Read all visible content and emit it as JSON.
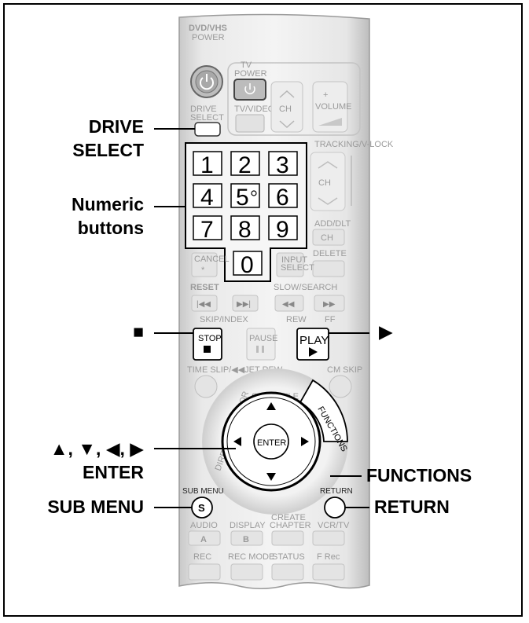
{
  "callouts": {
    "drive_select": [
      "DRIVE",
      "SELECT"
    ],
    "numeric_buttons": [
      "Numeric",
      "buttons"
    ],
    "stop_symbol": "■",
    "play_symbol": "▶",
    "arrows_enter": [
      "▲, ▼, ◀, ▶",
      "ENTER"
    ],
    "sub_menu": "SUB MENU",
    "functions": "FUNCTIONS",
    "return": "RETURN"
  },
  "remote": {
    "dvd_vhs": "DVD/VHS",
    "power": "POWER",
    "tv": "TV",
    "tv_power": "POWER",
    "drive_select": [
      "DRIVE",
      "SELECT"
    ],
    "tv_video": "TV/VIDEO",
    "ch": "CH",
    "volume": "VOLUME",
    "tracking": "TRACKING/V-LOCK",
    "numbers": [
      "1",
      "2",
      "3",
      "4",
      "5",
      "6",
      "7",
      "8",
      "9",
      "0"
    ],
    "add_dlt": "ADD/DLT",
    "add_dlt_ch": "CH",
    "cancel": "CANCEL",
    "cancel_star": "*",
    "input_select": [
      "INPUT",
      "SELECT"
    ],
    "delete": "DELETE",
    "reset": "RESET",
    "slow_search": "SLOW/SEARCH",
    "skip_index": "SKIP/INDEX",
    "rew": "REW",
    "ff": "FF",
    "stop": "STOP",
    "pause": "PAUSE",
    "play": "PLAY",
    "time_slip": "TIME SLIP/◀◀JET REW",
    "cm_skip": "CM SKIP",
    "schedule": "SCHEDULE",
    "direct_navigator": "DIRECT NAVIGATOR",
    "functions": "FUNCTIONS",
    "enter": "ENTER",
    "sub_menu": "SUB MENU",
    "sub_menu_s": "S",
    "return": "RETURN",
    "audio": "AUDIO",
    "audio_a": "A",
    "display": "DISPLAY",
    "display_b": "B",
    "create_chapter": [
      "CREATE",
      "CHAPTER"
    ],
    "vcr_tv": "VCR/TV",
    "rec": "REC",
    "rec_mode": "REC MODE",
    "status": "STATUS",
    "f_rec": "F Rec"
  }
}
